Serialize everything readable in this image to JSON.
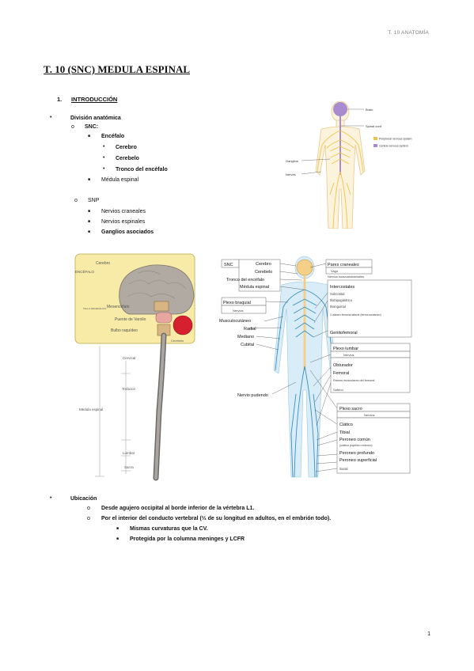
{
  "header": {
    "running_title": "T. 10 ANATOMÍA"
  },
  "title": "T. 10 (SNC) MEDULA ESPINAL",
  "section": {
    "number": "1.",
    "label": "INTRODUCCIÓN"
  },
  "outline1": {
    "l1": "División anatómica",
    "snc": "SNC:",
    "encefalo": "Encéfalo",
    "cerebro": "Cerebro",
    "cerebelo": "Cerebelo",
    "tronco": "Tronco del encéfalo",
    "medula": "Médula espinal",
    "snp": "SNP",
    "craneales": "Nervios craneales",
    "espinales": "Nervios espinales",
    "ganglios": "Ganglios asociados"
  },
  "fig1": {
    "brain": "Brain",
    "spinal": "Spinal cord",
    "ganglion": "Ganglion",
    "nerves": "Nerves",
    "legend_pns": "Peripheral nervous system",
    "legend_cns": "Central nervous system",
    "color_pns": "#f2c24a",
    "color_cns": "#a98bd0"
  },
  "fig2": {
    "cerebro": "Cerebro",
    "encefalo": "ENCÉFALO",
    "tallo": "TALLO ENCEFÁLICO",
    "mesencefalo": "Mesencéfalo",
    "puente": "Puente de Varolio",
    "bulbo": "Bulbo raquídeo",
    "cerebelo": "Cerebelo",
    "cervical": "Cervical",
    "toracica": "Torácica",
    "lumbar": "Lumbar",
    "sacra": "Sacra",
    "medula": "Médula espinal"
  },
  "fig3": {
    "snc": "SNC",
    "cerebro": "Cerebro",
    "cerebelo": "Cerebelo",
    "tronco": "Tronco del encéfalo",
    "medula": "Médula espinal",
    "pares": "Pares craneales",
    "vago": "Vago",
    "intercostales_note": "Nervios toracoabdominales",
    "intercostales": "Intercostales",
    "subcostal": "Subcostal",
    "iliohipo": "Iliohipogástrico",
    "ilioinguinal": "Ilioinguinal",
    "cutaneo": "Cutáneo femoral lateral (femorocutáneo)",
    "genitofemoral": "Genitofemoral",
    "plexo_braquial": "Plexo braquial",
    "nervios": "Nervios",
    "musculo": "Musculocutáneo",
    "radial": "Radial",
    "mediano": "Mediano",
    "cubital": "Cubital",
    "plexo_lumbar": "Plexo lumbar",
    "nervios2": "Nervios",
    "obturador": "Obturador",
    "femoral": "Femoral",
    "ramos": "Ramos musculares del femoral",
    "safeno": "Safeno",
    "pudendo": "Nervio pudendo",
    "plexo_sacro": "Plexo sacro",
    "nervios3": "Nervios",
    "ciatico": "Ciático",
    "tibial": "Tibial",
    "peroneo_comun": "Peroneo común",
    "peroneo_note": "(ciático poplíteo externo)",
    "peroneo_profundo": "Peroneo profundo",
    "peroneo_superficial": "Peroneo superficial",
    "sural": "Sural"
  },
  "outline2": {
    "ubicacion": "Ubicación",
    "line1": "Desde agujero occipital al borde inferior de la vértebra L1.",
    "line2": "Por el interior del conducto vertebral (⅔ de su longitud en adultos, en el embrión todo).",
    "line3": "Mismas curvaturas que la CV.",
    "line4": "Protegida por la columna meninges y LCFR"
  },
  "page_number": "1"
}
